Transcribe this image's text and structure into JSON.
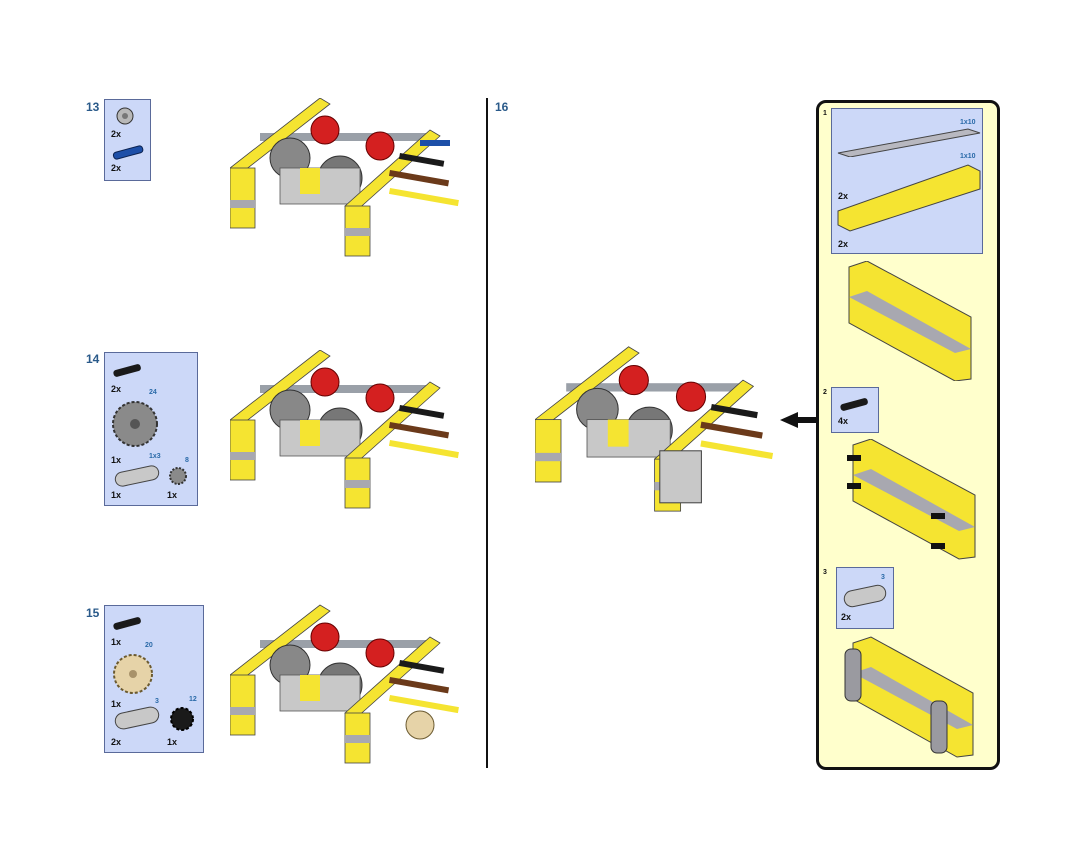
{
  "steps": [
    {
      "number": "13",
      "parts": [
        {
          "qty": "2x",
          "icon": "bush-icon"
        },
        {
          "qty": "2x",
          "icon": "blue-axle-pin-icon"
        }
      ]
    },
    {
      "number": "14",
      "parts": [
        {
          "qty": "2x",
          "icon": "black-pin-icon"
        },
        {
          "qty": "1x",
          "size": "24",
          "icon": "gear-24-icon"
        },
        {
          "qty": "1x",
          "size": "1x3",
          "icon": "liftarm-1x3-icon"
        },
        {
          "qty": "1x",
          "size": "8",
          "icon": "gear-8-icon"
        }
      ]
    },
    {
      "number": "15",
      "parts": [
        {
          "qty": "1x",
          "icon": "black-pin-icon"
        },
        {
          "qty": "1x",
          "size": "20",
          "icon": "gear-20-icon"
        },
        {
          "qty": "2x",
          "size": "3",
          "icon": "beam-3-icon"
        },
        {
          "qty": "1x",
          "size": "12",
          "icon": "gear-12-icon"
        }
      ]
    },
    {
      "number": "16"
    }
  ],
  "callout": {
    "sub1": {
      "number": "1",
      "parts": [
        {
          "qty": "2x",
          "size": "1x10",
          "icon": "gray-plate-1x10-icon"
        },
        {
          "qty": "2x",
          "size": "1x10",
          "icon": "yellow-beam-1x10-icon"
        }
      ]
    },
    "sub2": {
      "number": "2",
      "parts": [
        {
          "qty": "4x",
          "icon": "black-pin-icon"
        }
      ]
    },
    "sub3": {
      "number": "3",
      "parts": [
        {
          "qty": "2x",
          "size": "3",
          "icon": "beam-3-icon"
        }
      ]
    }
  },
  "colors": {
    "parts_bg": "#ccd8f8",
    "callout_bg": "#ffffcc",
    "step_number": "#2a5a8a",
    "beam_yellow": "#f5e431"
  }
}
